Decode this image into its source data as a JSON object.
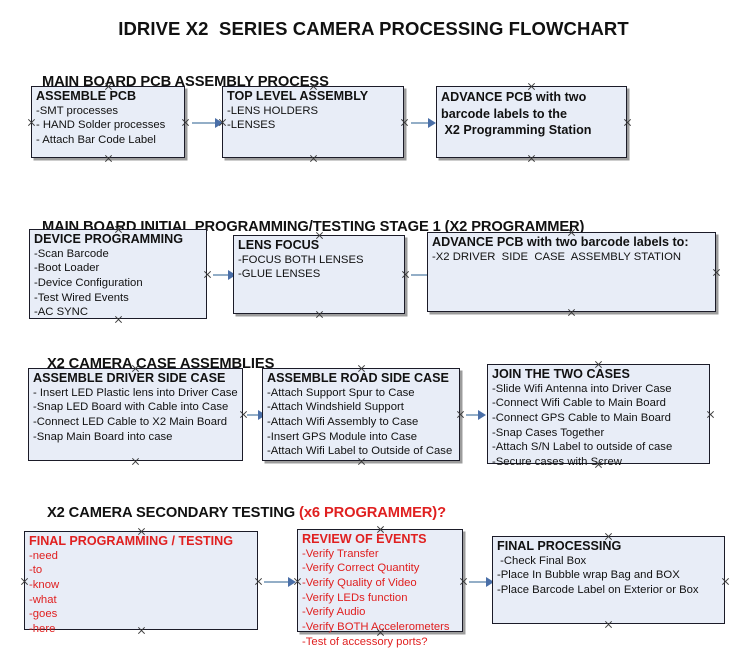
{
  "title": "IDRIVE X2  SERIES CAMERA PROCESSING FLOWCHART",
  "colors": {
    "box_fill": "#e8edf7",
    "box_border": "#1b1b28",
    "arrow_line": "#93aec7",
    "arrow_head": "#4a6fa8",
    "accent_red": "#e02020",
    "text_black": "#111111"
  },
  "sections": [
    {
      "heading": "MAIN BOARD PCB ASSEMBLY PROCESS",
      "heading_accent": "",
      "boxes": [
        {
          "title": "ASSEMBLE PCB",
          "lines": [
            "-SMT processes",
            "- HAND Solder processes",
            "- Attach Bar Code Label"
          ]
        },
        {
          "title": "TOP LEVEL ASSEMBLY",
          "lines": [
            "-LENS HOLDERS",
            "-LENSES"
          ]
        },
        {
          "title": "",
          "lines": [
            "ADVANCE PCB with two",
            "barcode labels to the",
            " X2 Programming Station"
          ]
        }
      ]
    },
    {
      "heading": "MAIN BOARD INITIAL PROGRAMMING/TESTING STAGE 1 (X2 PROGRAMMER)",
      "heading_accent": "",
      "boxes": [
        {
          "title": "DEVICE PROGRAMMING",
          "lines": [
            "-Scan Barcode",
            "-Boot Loader",
            "-Device Configuration",
            "-Test Wired Events",
            "-AC SYNC"
          ]
        },
        {
          "title": "LENS FOCUS",
          "lines": [
            "-FOCUS BOTH LENSES",
            "-GLUE LENSES"
          ]
        },
        {
          "title": "ADVANCE PCB with two barcode labels to:",
          "lines": [
            "-X2 DRIVER  SIDE  CASE  ASSEMBLY STATION"
          ]
        }
      ]
    },
    {
      "heading": "X2 CAMERA CASE ASSEMBLIES",
      "heading_accent": "",
      "boxes": [
        {
          "title": "ASSEMBLE DRIVER SIDE CASE",
          "lines": [
            "- Insert LED Plastic lens into Driver Case",
            "-Snap LED Board with Cable into Case",
            "-Connect LED Cable to X2 Main Board",
            "-Snap Main Board into case"
          ]
        },
        {
          "title": "ASSEMBLE ROAD SIDE CASE",
          "lines": [
            "-Attach Support Spur to Case",
            "-Attach Windshield Support",
            "-Attach Wifi Assembly to Case",
            "-Insert GPS Module into Case",
            "-Attach Wifi Label to Outside of Case"
          ]
        },
        {
          "title": "JOIN THE TWO CASES",
          "lines": [
            "-Slide Wifi Antenna into Driver Case",
            "-Connect Wifi Cable to Main Board",
            "-Connect GPS Cable to Main Board",
            "-Snap Cases Together",
            "-Attach S/N Label to outside of case",
            "-Secure cases with Screw"
          ]
        }
      ]
    },
    {
      "heading": "X2 CAMERA SECONDARY TESTING ",
      "heading_accent": "(x6 PROGRAMMER)?",
      "boxes": [
        {
          "title": "FINAL PROGRAMMING / TESTING",
          "lines": [
            "-need",
            "-to",
            "-know",
            "-what",
            "-goes",
            "-here"
          ]
        },
        {
          "title": "REVIEW OF EVENTS",
          "lines": [
            "-Verify Transfer",
            "-Verify Correct Quantity",
            "-Verify Quality of Video",
            "-Verify LEDs function",
            "-Verify Audio",
            "-Verify BOTH Accelerometers",
            "-Test of accessory ports?"
          ]
        },
        {
          "title": "FINAL PROCESSING",
          "lines": [
            " -Check Final Box",
            "-Place In Bubble wrap Bag and BOX",
            "-Place Barcode Label on Exterior or Box"
          ]
        }
      ]
    }
  ]
}
